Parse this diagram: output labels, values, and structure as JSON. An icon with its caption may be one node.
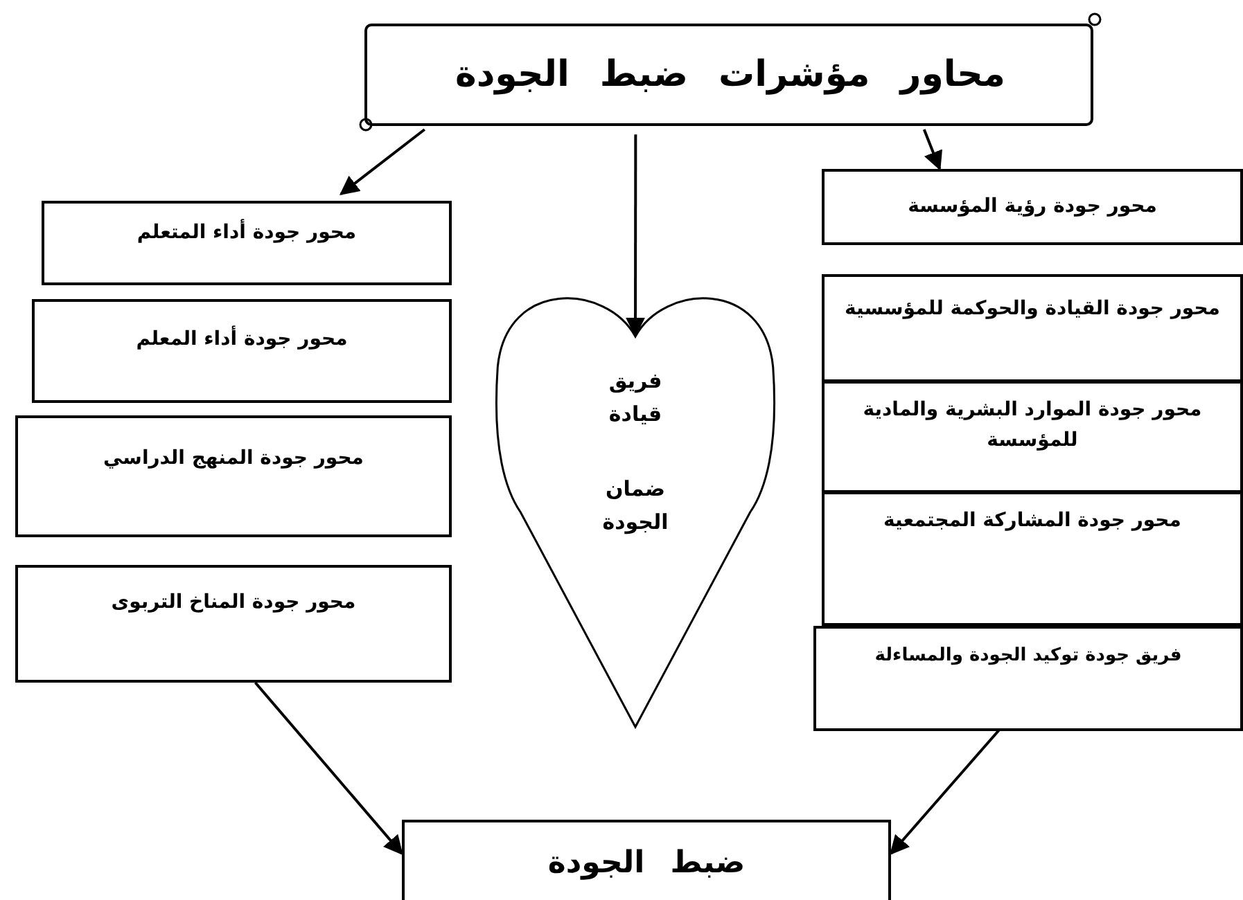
{
  "diagram": {
    "nodes": [
      {
        "text": [
          "محاور مؤشرات ضبط الجودة"
        ]
      },
      {
        "text": [
          "محور جودة أداء المتعلم"
        ]
      },
      {
        "text": [
          "محور جودة أداء المعلم"
        ]
      },
      {
        "text": [
          "محور جودة المنهج الدراسي"
        ]
      },
      {
        "text": [
          "محور جودة المناخ التربوى"
        ]
      },
      {
        "text": [
          "فريق قيادة",
          "ضمان الجودة"
        ]
      },
      {
        "text": [
          "محور جودة رؤية المؤسسة"
        ]
      },
      {
        "text": [
          "محور جودة القيادة والحوكمة للمؤسسية"
        ]
      },
      {
        "text": [
          "محور جودة الموارد البشرية والمادية للمؤسسة"
        ]
      },
      {
        "text": [
          "محور جودة المشاركة المجتمعية"
        ]
      },
      {
        "text": [
          "فريق جودة توكيد الجودة والمساءلة"
        ]
      },
      {
        "text": [
          "ضبط الجودة"
        ]
      }
    ],
    "edges": [
      {
        "from": 0,
        "to": 1,
        "arrow": "to"
      },
      {
        "from": 0,
        "to": 5,
        "arrow": "to"
      },
      {
        "from": 0,
        "to": 6,
        "arrow": "to"
      },
      {
        "from": 4,
        "to": 11,
        "arrow": "to"
      },
      {
        "from": 10,
        "to": 11,
        "arrow": "to"
      }
    ]
  }
}
